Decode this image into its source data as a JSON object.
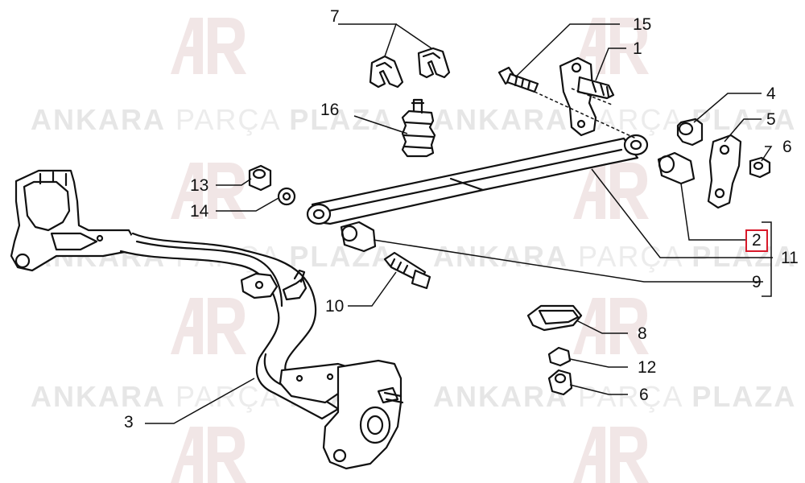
{
  "watermark": {
    "brand_1": "ANKARA",
    "brand_2": "PARÇA",
    "brand_3": "PLAZA"
  },
  "callouts": [
    {
      "id": "c1",
      "label": "1"
    },
    {
      "id": "c2",
      "label": "2",
      "highlight": true,
      "highlight_color": "#d8192a"
    },
    {
      "id": "c3",
      "label": "3"
    },
    {
      "id": "c4",
      "label": "4"
    },
    {
      "id": "c5",
      "label": "5"
    },
    {
      "id": "c6a",
      "label": "6"
    },
    {
      "id": "c6b",
      "label": "6"
    },
    {
      "id": "c7",
      "label": "7"
    },
    {
      "id": "c8",
      "label": "8"
    },
    {
      "id": "c9",
      "label": "9"
    },
    {
      "id": "c10",
      "label": "10"
    },
    {
      "id": "c11",
      "label": "11"
    },
    {
      "id": "c12",
      "label": "12"
    },
    {
      "id": "c13",
      "label": "13"
    },
    {
      "id": "c14",
      "label": "14"
    },
    {
      "id": "c15",
      "label": "15"
    },
    {
      "id": "c16",
      "label": "16"
    }
  ],
  "colors": {
    "line": "#111111",
    "watermark": "#e6e6e6",
    "highlight": "#d8192a"
  }
}
